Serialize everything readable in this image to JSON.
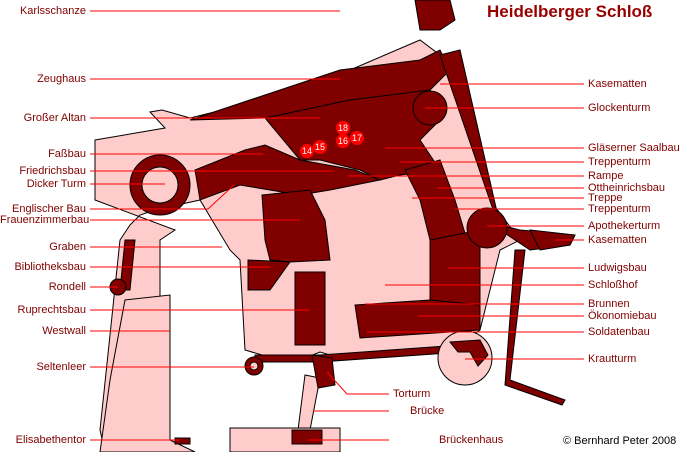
{
  "title": "Heidelberger Schloß",
  "copyright": "© Bernhard Peter 2008",
  "colors": {
    "building": "#800000",
    "ground": "#ffcccc",
    "line": "#ff0000",
    "text": "#800000"
  },
  "left_labels": [
    "Karlsschanze",
    "Zeughaus",
    "Großer Altan",
    "Faßbau",
    "Friedrichsbau",
    "Dicker Turm",
    "Englischer Bau",
    "Frauenzimmerbau",
    "Graben",
    "Bibliotheksbau",
    "Rondell",
    "Ruprechtsbau",
    "Westwall",
    "Seltenleer",
    "Elisabethentor"
  ],
  "right_labels": [
    "Kasematten",
    "Glockenturm",
    "Gläserner Saalbau",
    "Treppenturm",
    "Rampe",
    "Ottheinrichsbau",
    "Treppe",
    "Treppenturm",
    "Apothekerturm",
    "Kasematten",
    "Ludwigsbau",
    "Schloßhof",
    "Brunnen",
    "Ökonomiebau",
    "Soldatenbau",
    "Krautturm"
  ],
  "bottom_labels": [
    "Torturm",
    "Brücke",
    "Brückenhaus"
  ],
  "markers": [
    "14",
    "15",
    "16",
    "17",
    "18"
  ]
}
